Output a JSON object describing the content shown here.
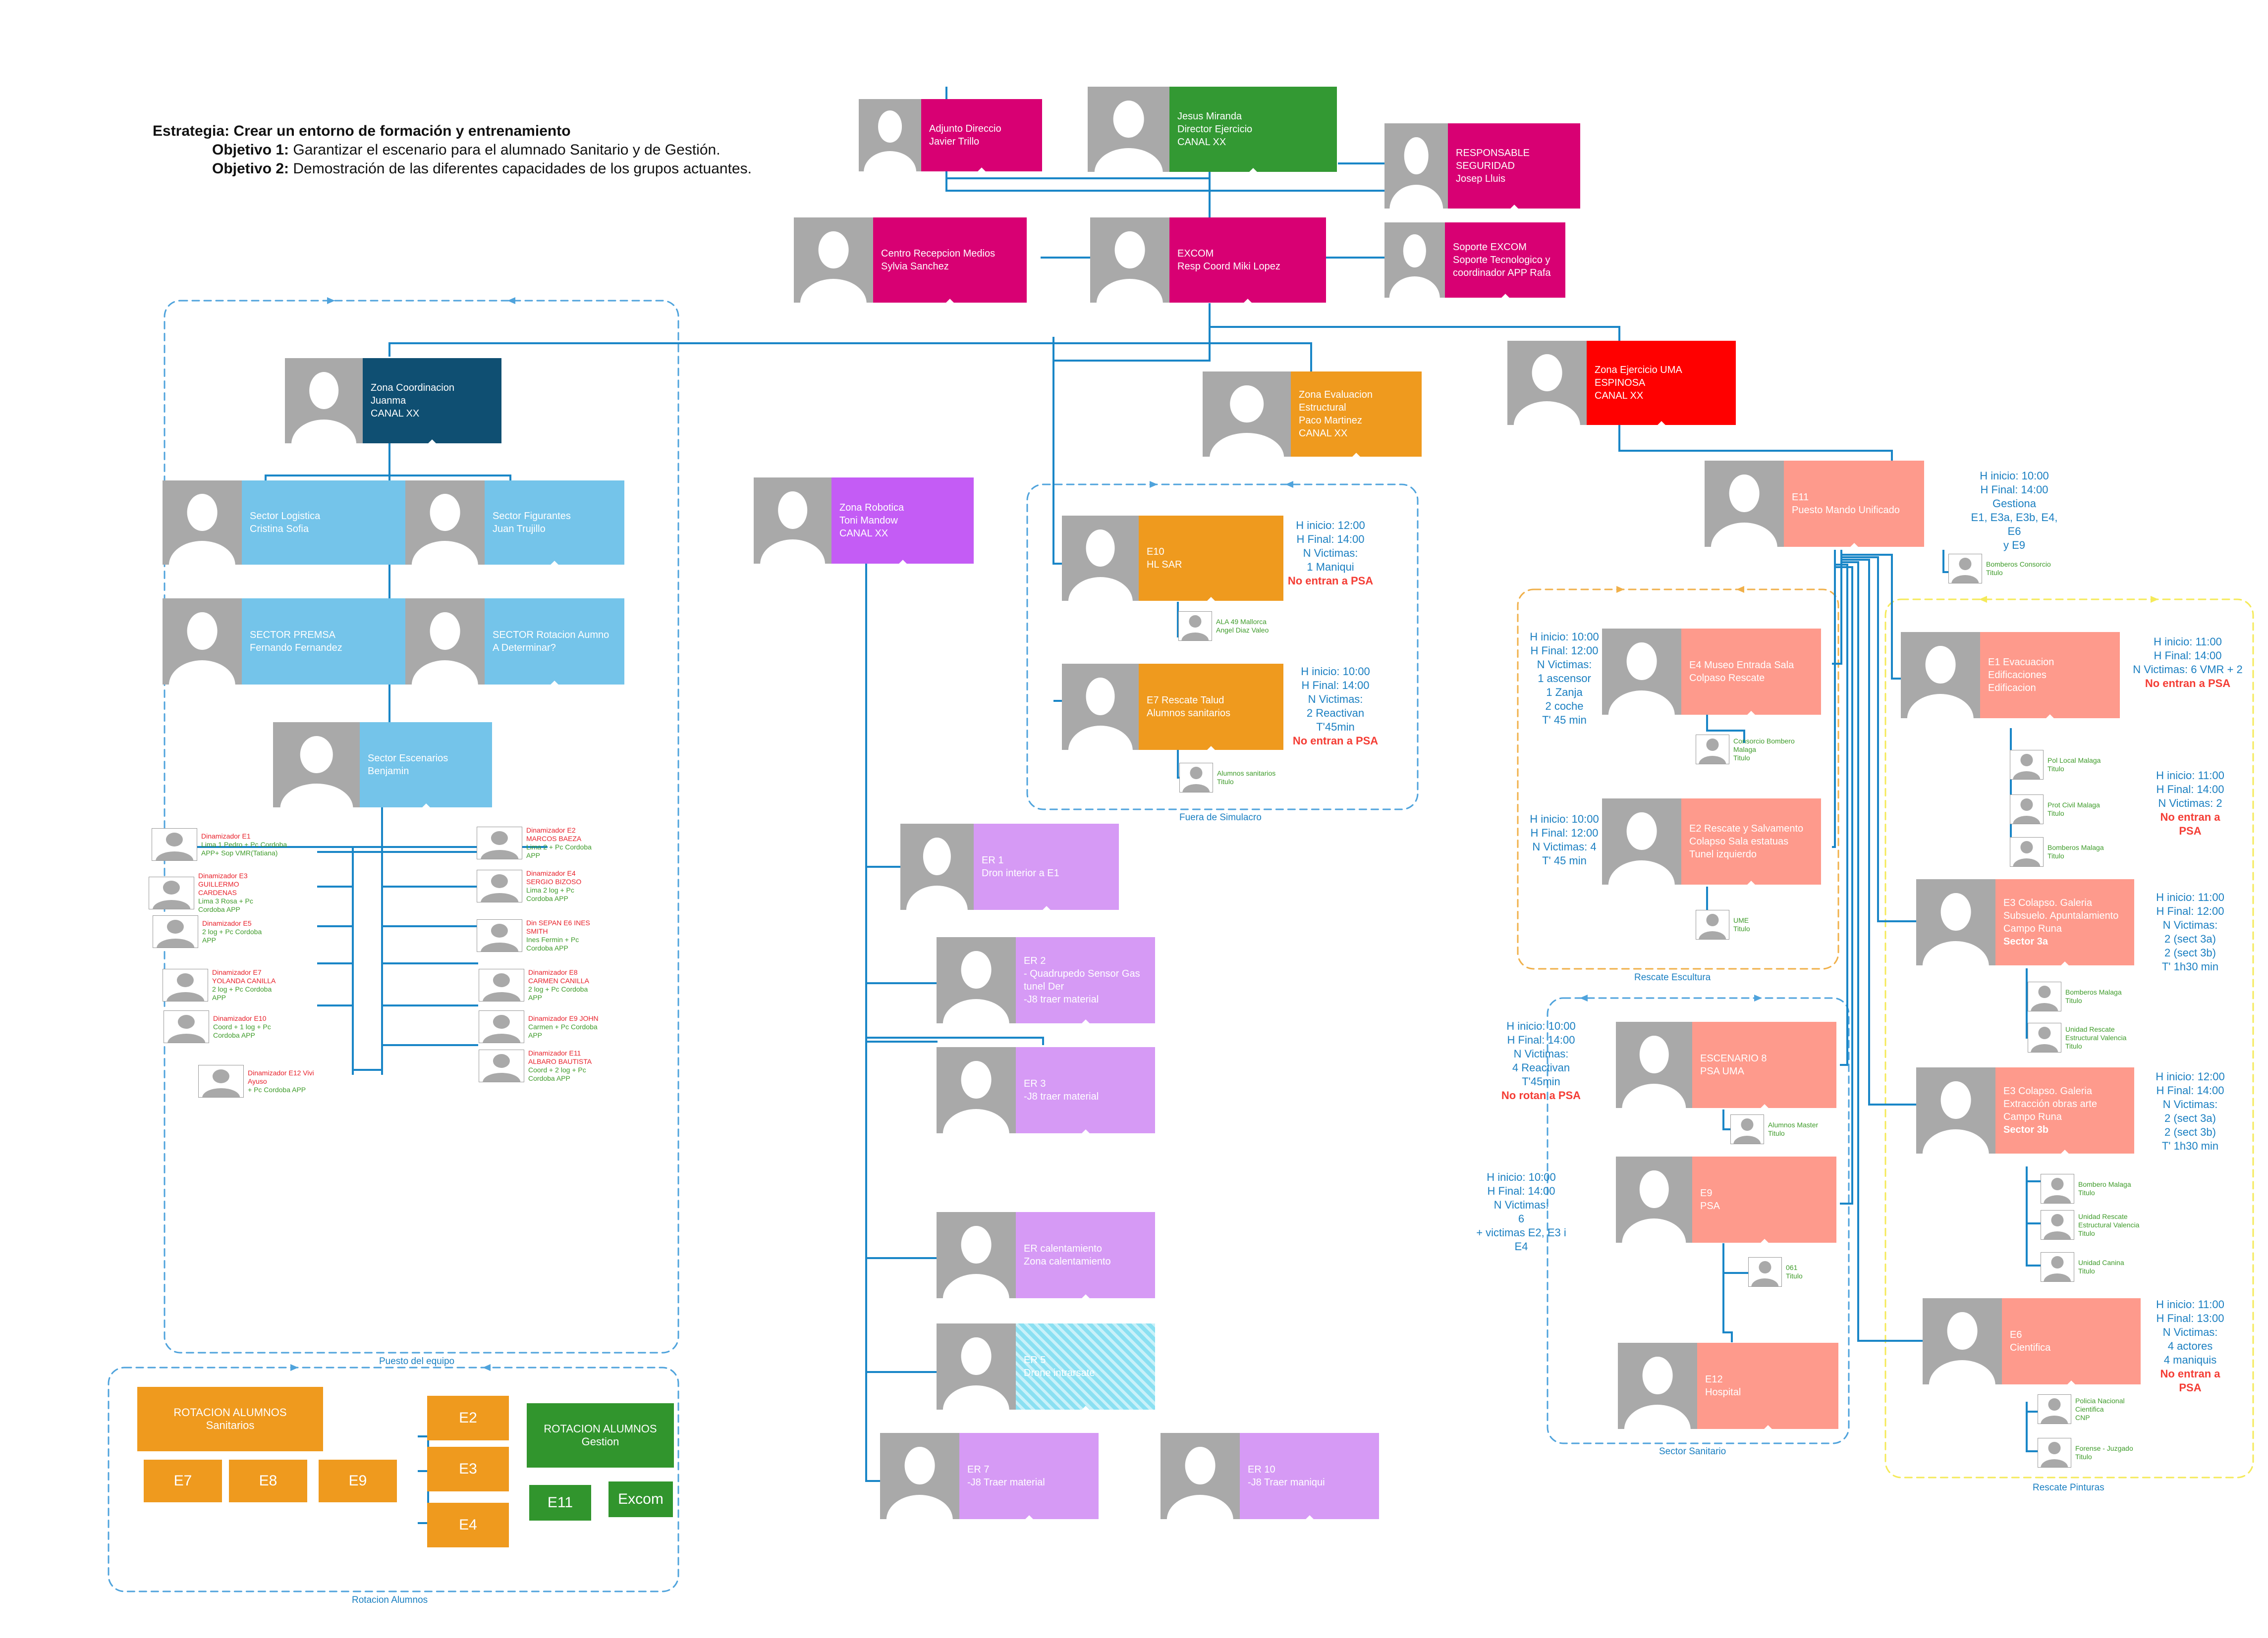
{
  "header": {
    "strategy_label": "Estrategia:",
    "strategy_text": "Crear un entorno de formación y entrenamiento",
    "objective1_label": "Objetivo 1:",
    "objective1_text": "Garantizar el escenario para el alumnado Sanitario y de Gestión.",
    "objective2_label": "Objetivo 2:",
    "objective2_text": "Demostración de las diferentes capacidades de los grupos actuantes."
  },
  "colors": {
    "magenta": "#d80073",
    "green": "#339933",
    "navy": "#0f4f72",
    "sky": "#74c4ea",
    "orange": "#ef9a1e",
    "red": "#ff0000",
    "purple": "#c45cf5",
    "lilac": "#d69af5",
    "salmon": "#fe9a8c",
    "cyan_hatch": "#8ae0f2",
    "rot_orange": "#ef9a1e",
    "rot_green": "#31952d",
    "connector": "#1a86c7",
    "group_blue": "#4fa3dc",
    "group_orange": "#f0b04a",
    "group_yellow": "#f5ea59",
    "warning_red": "#f43d35",
    "info_blue": "#1a7fc1"
  },
  "cards": [
    {
      "id": "adjunto",
      "text": "Adjunto Direccio\nJavier Trillo",
      "color": "magenta"
    },
    {
      "id": "director",
      "text": "Jesus Miranda\nDirector Ejercicio\nCANAL XX",
      "color": "green"
    },
    {
      "id": "seguridad",
      "text": "RESPONSABLE SEGURIDAD\nJosep Lluis",
      "color": "magenta"
    },
    {
      "id": "recepcion",
      "text": "Centro Recepcion Medios\nSylvia Sanchez",
      "color": "magenta"
    },
    {
      "id": "excom",
      "text": "EXCOM\nResp Coord  Miki Lopez",
      "color": "magenta"
    },
    {
      "id": "soporte",
      "text": "Soporte EXCOM\nSoporte Tecnologico y\ncoordinador APP Rafa",
      "color": "magenta"
    },
    {
      "id": "zona_coord",
      "text": "Zona Coordinacion\nJuanma\nCANAL XX",
      "color": "navy"
    },
    {
      "id": "zona_eval",
      "text": "Zona Evaluacion\nEstructural\nPaco Martinez\nCANAL XX",
      "color": "orange"
    },
    {
      "id": "zona_uma",
      "text": "Zona Ejercicio UMA\nESPINOSA\nCANAL XX",
      "color": "red"
    },
    {
      "id": "logistica",
      "text": "Sector Logistica\nCristina Sofia",
      "color": "sky"
    },
    {
      "id": "figurantes",
      "text": "Sector Figurantes\nJuan Trujillo",
      "color": "sky"
    },
    {
      "id": "premsa",
      "text": "SECTOR PREMSA\nFernando Fernandez",
      "color": "sky"
    },
    {
      "id": "rotacion",
      "text": "SECTOR Rotacion Aumno\nA Determinar?",
      "color": "sky"
    },
    {
      "id": "escenarios",
      "text": "Sector Escenarios\nBenjamin",
      "color": "sky"
    },
    {
      "id": "robotica",
      "text": "Zona Robotica\nToni Mandow\nCANAL XX",
      "color": "purple"
    },
    {
      "id": "e10",
      "text": "E10\nHL SAR",
      "color": "orange"
    },
    {
      "id": "e7",
      "text": "E7 Rescate Talud\nAlumnos sanitarios",
      "color": "orange"
    },
    {
      "id": "e11",
      "text": "E11\nPuesto Mando Unificado",
      "color": "salmon"
    },
    {
      "id": "er1",
      "text": "ER  1\nDron interior a E1",
      "color": "lilac"
    },
    {
      "id": "er2",
      "text": "ER  2\n- Quadrupedo Sensor Gas\ntunel Der\n-J8 traer material",
      "color": "lilac"
    },
    {
      "id": "er3",
      "text": "ER  3\n-J8 traer material",
      "color": "lilac"
    },
    {
      "id": "er_cal",
      "text": "ER  calentamiento\nZona calentamiento",
      "color": "lilac"
    },
    {
      "id": "er5",
      "text": "ER  5\nDrone intrarsate",
      "color": "cyan_hatch"
    },
    {
      "id": "er7",
      "text": "ER  7\n-J8 Traer material",
      "color": "lilac"
    },
    {
      "id": "er10",
      "text": "ER  10\n-J8 Traer maniqui",
      "color": "lilac"
    },
    {
      "id": "e4",
      "text": "E4 Museo Entrada Sala\nColpaso Rescate",
      "color": "salmon"
    },
    {
      "id": "e2",
      "text": "E2 Rescate y Salvamento\nColapso Sala estatuas\nTunel izquierdo",
      "color": "salmon"
    },
    {
      "id": "esc8",
      "text": "ESCENARIO 8\nPSA UMA",
      "color": "salmon"
    },
    {
      "id": "e9",
      "text": "E9\nPSA",
      "color": "salmon"
    },
    {
      "id": "e12",
      "text": "E12\nHospital",
      "color": "salmon"
    },
    {
      "id": "e1",
      "text": "E1 Evacuacion\nEdificaciones\nEdificacion",
      "color": "salmon"
    },
    {
      "id": "e3a",
      "text": "E3 Colapso. Galeria\nSubsuelo. Apuntalamiento\nCampo Runa",
      "bold": "Sector 3a",
      "color": "salmon"
    },
    {
      "id": "e3b",
      "text": "E3 Colapso. Galeria\nExtracción obras arte\nCampo Runa",
      "bold": "Sector 3b",
      "color": "salmon"
    },
    {
      "id": "e6",
      "text": "E6\nCientifica",
      "color": "salmon"
    }
  ],
  "minis": [
    {
      "id": "m_bomb_cons",
      "text": "Bomberos Consorcio\nTitulo",
      "tone": "green"
    },
    {
      "id": "m_ala49",
      "text": "ALA 49 Mallorca\nAngel Diaz Valeo",
      "tone": "green"
    },
    {
      "id": "m_alumnos",
      "text": "Alumnos sanitarios\nTitulo",
      "tone": "green"
    },
    {
      "id": "m_cons_malaga",
      "text": "Consorcio Bombero\nMalaga\nTitulo",
      "tone": "green"
    },
    {
      "id": "m_ume",
      "text": "UME\nTitulo",
      "tone": "green"
    },
    {
      "id": "m_alumnos_master",
      "text": "Alumnos Master\nTitulo",
      "tone": "green"
    },
    {
      "id": "m_061",
      "text": "061\nTitulo",
      "tone": "green"
    },
    {
      "id": "m_pol_local",
      "text": "Pol Local Malaga\nTitulo",
      "tone": "green"
    },
    {
      "id": "m_prot_civil",
      "text": "Prot Civil Malaga\nTitulo",
      "tone": "green"
    },
    {
      "id": "m_bomb_malaga1",
      "text": "Bomberos Malaga\nTitulo",
      "tone": "green"
    },
    {
      "id": "m_bomb_malaga2",
      "text": "Bomberos Malaga\nTitulo",
      "tone": "green"
    },
    {
      "id": "m_ure_valencia1",
      "text": "Unidad Rescate\nEstructural Valencia\nTitulo",
      "tone": "green"
    },
    {
      "id": "m_bomb_malaga3",
      "text": "Bombero Malaga\nTitulo",
      "tone": "green"
    },
    {
      "id": "m_ure_valencia2",
      "text": "Unidad Rescate\nEstructural Valencia\nTitulo",
      "tone": "green"
    },
    {
      "id": "m_canina",
      "text": "Unidad Canina\nTitulo",
      "tone": "green"
    },
    {
      "id": "m_policia",
      "text": "Policia Nacional\nCientifica\nCNP",
      "tone": "green"
    },
    {
      "id": "m_forense",
      "text": "Forense - Juzgado\nTitulo",
      "tone": "green"
    },
    {
      "id": "d_e1",
      "name": "Dinamizador E1",
      "text": "Lima 1 Pedro + Pc Cordoba\nAPP+ Sop VMR(Tatiana)",
      "tone": "dyn"
    },
    {
      "id": "d_e2",
      "name": "Dinamizador E2\nMARCOS BAEZA",
      "text": "Lima 2 + Pc Cordoba\nAPP",
      "tone": "dyn"
    },
    {
      "id": "d_e3",
      "name": "Dinamizador E3\nGUILLERMO\nCARDENAS",
      "text": "Lima 3 Rosa + Pc\nCordoba APP",
      "tone": "dyn"
    },
    {
      "id": "d_e4",
      "name": "Dinamizador E4\nSERGIO BIZOSO",
      "text": "Lima 2 log + Pc\nCordoba APP",
      "tone": "dyn"
    },
    {
      "id": "d_e5",
      "name": "Dinamizador E5",
      "text": "2 log + Pc Cordoba\nAPP",
      "tone": "dyn"
    },
    {
      "id": "d_e6",
      "name": "Din SEPAN E6 INES\nSMITH",
      "text": "Ines Fermin + Pc\nCordoba APP",
      "tone": "dyn"
    },
    {
      "id": "d_e7",
      "name": "Dinamizador E7\nYOLANDA CANILLA",
      "text": "2 log + Pc Cordoba\nAPP",
      "tone": "dyn"
    },
    {
      "id": "d_e8",
      "name": "Dinamizador E8\nCARMEN CANILLA",
      "text": "2 log + Pc Cordoba\nAPP",
      "tone": "dyn"
    },
    {
      "id": "d_e10",
      "name": "Dinamizador E10",
      "text": "Coord + 1 log + Pc\nCordoba APP",
      "tone": "dyn"
    },
    {
      "id": "d_e9",
      "name": "Dinamizador E9 JOHN",
      "text": "Carmen + Pc Cordoba\nAPP",
      "tone": "dyn"
    },
    {
      "id": "d_e11",
      "name": "Dinamizador E11\nALBARO BAUTISTA",
      "text": "Coord + 2 log + Pc\nCordoba APP",
      "tone": "dyn"
    },
    {
      "id": "d_e12",
      "name": "Dinamizador E12 Vivi\nAyuso",
      "text": "+ Pc Cordoba APP",
      "tone": "dyn"
    }
  ],
  "info_blocks": [
    {
      "id": "i_e11",
      "text": "H inicio: 10:00\nH Final: 14:00\nGestiona\nE1, E3a, E3b, E4, E6\ny E9"
    },
    {
      "id": "i_e10",
      "text": "H inicio: 12:00\nH Final: 14:00\nN Victimas:\n1 Maniqui",
      "warn": "No entran a PSA"
    },
    {
      "id": "i_e7",
      "text": "H inicio: 10:00\nH Final: 14:00\nN Victimas:\n2  Reactivan\nT'45min",
      "warn": "No entran a PSA"
    },
    {
      "id": "i_e4",
      "text": "H inicio: 10:00\nH Final: 12:00\nN Victimas:\n1 ascensor\n1 Zanja\n2 coche\nT' 45 min"
    },
    {
      "id": "i_e2",
      "text": "H inicio: 10:00\nH Final: 12:00\nN Victimas: 4\nT' 45 min"
    },
    {
      "id": "i_e1",
      "text": "H inicio: 11:00\nH Final: 14:00\nN Victimas: 6 VMR + 2",
      "warn": "No entran a PSA"
    },
    {
      "id": "i_e1b",
      "text": "H inicio: 11:00\nH Final: 14:00\nN Victimas: 2",
      "warn": "No entran a PSA"
    },
    {
      "id": "i_e3a",
      "text": "H inicio: 11:00\nH Final: 12:00\nN Victimas:\n2 (sect 3a)\n2 (sect 3b)\nT' 1h30 min"
    },
    {
      "id": "i_e3b",
      "text": "H inicio: 12:00\nH Final: 14:00\nN Victimas:\n2 (sect 3a)\n2 (sect 3b)\nT' 1h30 min"
    },
    {
      "id": "i_e6",
      "text": "H inicio: 11:00\nH Final: 13:00\nN Victimas:\n4 actores\n4 maniquis",
      "warn": "No entran a PSA"
    },
    {
      "id": "i_esc8",
      "text": "H inicio: 10:00\nH Final: 14:00\nN Victimas:\n4  Reactivan\nT'45min",
      "warn": "No rotan a PSA"
    },
    {
      "id": "i_e9",
      "text": "H inicio: 10:00\nH Final: 14:00\nN Victimas:\n6\n+ victimas E2, E3 i\nE4"
    }
  ],
  "group_labels": {
    "puesto": "Puesto del equipo",
    "fuera": "Fuera de Simulacro",
    "escultura": "Rescate Escultura",
    "sanitario": "Sector Sanitario",
    "pinturas": "Rescate Pinturas",
    "rotacion": "Rotacion Alumnos"
  },
  "rotation": {
    "sanitarios_title": "ROTACION ALUMNOS\nSanitarios",
    "gestion_title": "ROTACION ALUMNOS\nGestion",
    "san_items": [
      "E7",
      "E8",
      "E9"
    ],
    "mid_items": [
      "E2",
      "E3",
      "E4"
    ],
    "ges_items": [
      "E11",
      "Excom"
    ]
  }
}
